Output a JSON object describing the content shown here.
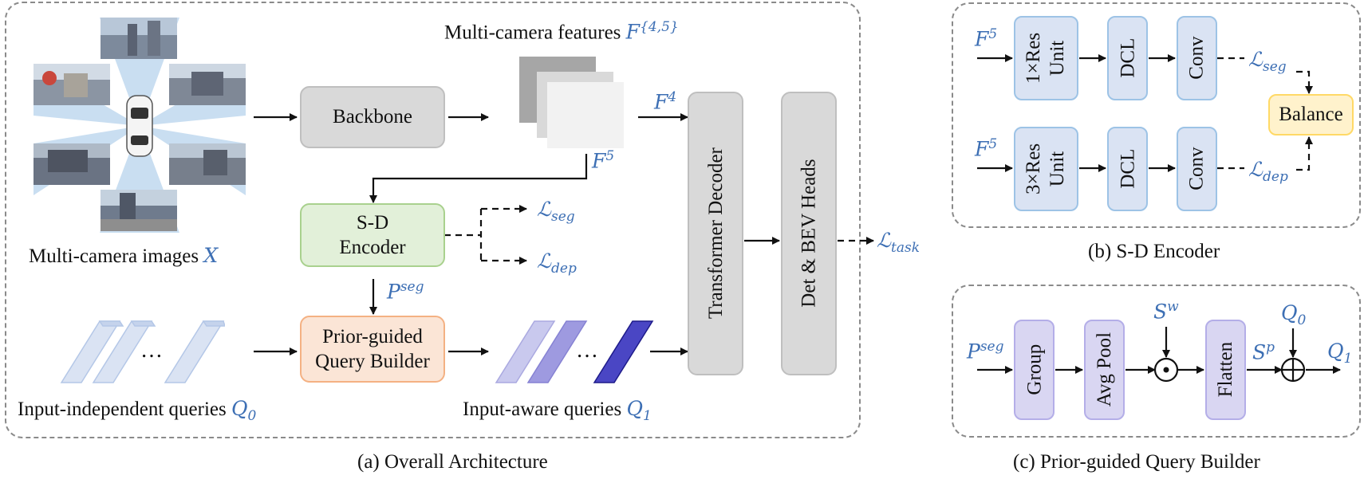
{
  "panel_a": {
    "caption": "(a) Overall Architecture",
    "images_label": "Multi-camera images ",
    "images_sym": "X",
    "features_label": "Multi-camera features ",
    "features_sym": "F",
    "features_sup": "{4,5}",
    "backbone": "Backbone",
    "sd_encoder_line1": "S-D",
    "sd_encoder_line2": "Encoder",
    "qb_line1": "Prior-guided",
    "qb_line2": "Query Builder",
    "transformer": "Transformer  Decoder",
    "heads": "Det & BEV  Heads",
    "f4_sym": "F",
    "f4_sup": "4",
    "f5_sym": "F",
    "f5_sup": "5",
    "pseg_sym": "P",
    "pseg_sup": "seg",
    "l_seg": "ℒ",
    "l_seg_sub": "seg",
    "l_dep": "ℒ",
    "l_dep_sub": "dep",
    "l_task": "ℒ",
    "l_task_sub": "task",
    "ellipsis": "…",
    "q0_label": "Input-independent queries ",
    "q0_sym": "Q",
    "q0_sub": "0",
    "q1_label": "Input-aware queries ",
    "q1_sym": "Q",
    "q1_sub": "1"
  },
  "panel_b": {
    "caption": "(b) S-D Encoder",
    "res1_line1": "1×Res",
    "res1_line2": "Unit",
    "res3_line1": "3×Res",
    "res3_line2": "Unit",
    "dcl": "DCL",
    "conv": "Conv",
    "balance": "Balance",
    "f5_sym": "F",
    "f5_sup": "5",
    "l_seg": "ℒ",
    "l_seg_sub": "seg",
    "l_dep": "ℒ",
    "l_dep_sub": "dep"
  },
  "panel_c": {
    "caption": "(c) Prior-guided Query Builder",
    "group": "Group",
    "avgpool": "Avg Pool",
    "flatten": "Flatten",
    "pseg_sym": "P",
    "pseg_sup": "seg",
    "sw_sym": "S",
    "sw_sup": "w",
    "sp_sym": "S",
    "sp_sup": "p",
    "q0_sym": "Q",
    "q0_sub": "0",
    "q1_sym": "Q",
    "q1_sub": "1"
  },
  "colors": {
    "math_blue": "#3d6fb4",
    "gray_box": "#d9d9d9",
    "green_box": "#e2f0d9",
    "orange_box": "#fbe5d6",
    "blue_box": "#dae3f3",
    "yellow_box": "#fff2cc",
    "purple_box": "#d9d6f2"
  }
}
